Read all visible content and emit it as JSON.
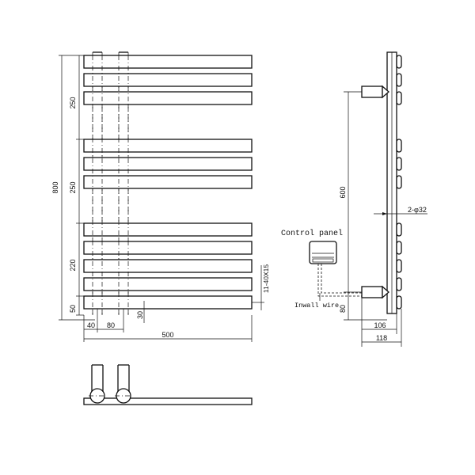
{
  "front_view": {
    "height_dims": [
      "250",
      "250",
      "220",
      "50"
    ],
    "total_height": "800",
    "bar_spec": "11-40X15",
    "small_offset": "30",
    "bottom_dims": [
      "40",
      "80"
    ],
    "total_width": "500"
  },
  "side_view": {
    "tube_height": "600",
    "inlet_height": "80",
    "pipe_spec": "2-φ32",
    "depth_dims": [
      "106",
      "118"
    ],
    "control_panel_label": "Control panel",
    "wire_label": "Inwall wire"
  }
}
